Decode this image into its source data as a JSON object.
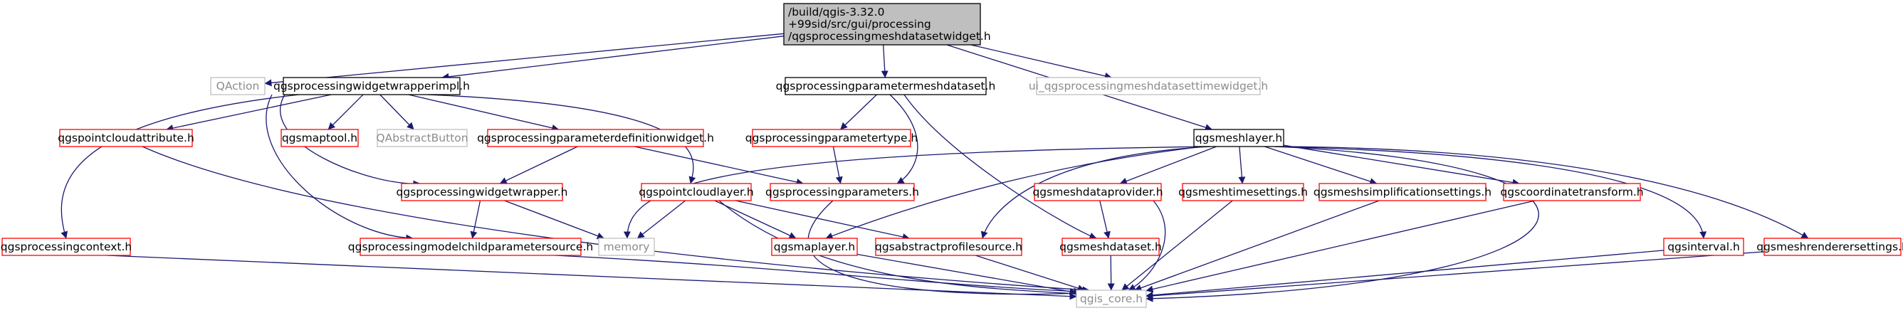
{
  "diagram": {
    "type": "include-dependency-graph",
    "colors": {
      "edge": "#191970",
      "root_fill": "#bfbfbf",
      "border_normal": "#000000",
      "border_red": "#ff0000",
      "border_external": "#bfbfbf"
    },
    "nodes": [
      {
        "id": "root",
        "lines": [
          "/build/qgis-3.32.0",
          "+99sid/src/gui/processing",
          "/qgsprocessingmeshdatasetwidget.h"
        ],
        "style": "root"
      },
      {
        "id": "qaction",
        "lines": [
          "QAction"
        ],
        "style": "external"
      },
      {
        "id": "wrapperimpl",
        "lines": [
          "qgsprocessingwidgetwrapperimpl.h"
        ],
        "style": "normal"
      },
      {
        "id": "parammeshdataset",
        "lines": [
          "qgsprocessingparametermeshdataset.h"
        ],
        "style": "normal"
      },
      {
        "id": "ui_timewidget",
        "lines": [
          "ui_qgsprocessingmeshdatasettimewidget.h"
        ],
        "style": "external"
      },
      {
        "id": "pointcloudattr",
        "lines": [
          "qgspointcloudattribute.h"
        ],
        "style": "red"
      },
      {
        "id": "maptool",
        "lines": [
          "qgsmaptool.h"
        ],
        "style": "red"
      },
      {
        "id": "qabstractbutton",
        "lines": [
          "QAbstractButton"
        ],
        "style": "external"
      },
      {
        "id": "paramdefwidget",
        "lines": [
          "qgsprocessingparameterdefinitionwidget.h"
        ],
        "style": "red"
      },
      {
        "id": "paramtype",
        "lines": [
          "qgsprocessingparametertype.h"
        ],
        "style": "red"
      },
      {
        "id": "meshlayer",
        "lines": [
          "qgsmeshlayer.h"
        ],
        "style": "normal"
      },
      {
        "id": "widgetwrapper",
        "lines": [
          "qgsprocessingwidgetwrapper.h"
        ],
        "style": "red"
      },
      {
        "id": "pointcloudlayer",
        "lines": [
          "qgspointcloudlayer.h"
        ],
        "style": "red"
      },
      {
        "id": "parameters",
        "lines": [
          "qgsprocessingparameters.h"
        ],
        "style": "red"
      },
      {
        "id": "meshdataprovider",
        "lines": [
          "qgsmeshdataprovider.h"
        ],
        "style": "red"
      },
      {
        "id": "meshtimesettings",
        "lines": [
          "qgsmeshtimesettings.h"
        ],
        "style": "red"
      },
      {
        "id": "meshsimplif",
        "lines": [
          "qgsmeshsimplificationsettings.h"
        ],
        "style": "red"
      },
      {
        "id": "coordtransform",
        "lines": [
          "qgscoordinatetransform.h"
        ],
        "style": "red"
      },
      {
        "id": "context",
        "lines": [
          "qgsprocessingcontext.h"
        ],
        "style": "red"
      },
      {
        "id": "modelchild",
        "lines": [
          "qgsprocessingmodelchildparametersource.h"
        ],
        "style": "red"
      },
      {
        "id": "memory",
        "lines": [
          "memory"
        ],
        "style": "external"
      },
      {
        "id": "maplayer",
        "lines": [
          "qgsmaplayer.h"
        ],
        "style": "red"
      },
      {
        "id": "abstractprofile",
        "lines": [
          "qgsabstractprofilesource.h"
        ],
        "style": "red"
      },
      {
        "id": "meshdataset",
        "lines": [
          "qgsmeshdataset.h"
        ],
        "style": "red"
      },
      {
        "id": "interval",
        "lines": [
          "qgsinterval.h"
        ],
        "style": "red"
      },
      {
        "id": "rendersettings",
        "lines": [
          "qgsmeshrenderersettings.h"
        ],
        "style": "red"
      },
      {
        "id": "core",
        "lines": [
          "qgis_core.h"
        ],
        "style": "external"
      }
    ],
    "edges": [
      [
        "root",
        "qaction"
      ],
      [
        "root",
        "wrapperimpl"
      ],
      [
        "root",
        "parammeshdataset"
      ],
      [
        "root",
        "ui_timewidget"
      ],
      [
        "root",
        "meshlayer"
      ],
      [
        "wrapperimpl",
        "context"
      ],
      [
        "wrapperimpl",
        "pointcloudattr"
      ],
      [
        "wrapperimpl",
        "modelchild"
      ],
      [
        "wrapperimpl",
        "widgetwrapper"
      ],
      [
        "wrapperimpl",
        "maptool"
      ],
      [
        "wrapperimpl",
        "qabstractbutton"
      ],
      [
        "wrapperimpl",
        "paramdefwidget"
      ],
      [
        "wrapperimpl",
        "pointcloudlayer"
      ],
      [
        "parammeshdataset",
        "paramtype"
      ],
      [
        "parammeshdataset",
        "parameters"
      ],
      [
        "parammeshdataset",
        "meshdataset"
      ],
      [
        "paramtype",
        "parameters"
      ],
      [
        "paramdefwidget",
        "widgetwrapper"
      ],
      [
        "paramdefwidget",
        "parameters"
      ],
      [
        "widgetwrapper",
        "modelchild"
      ],
      [
        "widgetwrapper",
        "memory"
      ],
      [
        "pointcloudattr",
        "core"
      ],
      [
        "pointcloudlayer",
        "memory"
      ],
      [
        "pointcloudlayer",
        "maplayer"
      ],
      [
        "pointcloudlayer",
        "abstractprofile"
      ],
      [
        "pointcloudlayer",
        "core"
      ],
      [
        "meshlayer",
        "memory"
      ],
      [
        "meshlayer",
        "maplayer"
      ],
      [
        "meshlayer",
        "abstractprofile"
      ],
      [
        "meshlayer",
        "meshdataprovider"
      ],
      [
        "meshlayer",
        "meshtimesettings"
      ],
      [
        "meshlayer",
        "meshsimplif"
      ],
      [
        "meshlayer",
        "coordtransform"
      ],
      [
        "meshlayer",
        "interval"
      ],
      [
        "meshlayer",
        "rendersettings"
      ],
      [
        "meshlayer",
        "core"
      ],
      [
        "meshdataprovider",
        "meshdataset"
      ],
      [
        "meshdataprovider",
        "core"
      ],
      [
        "meshtimesettings",
        "core"
      ],
      [
        "meshsimplif",
        "core"
      ],
      [
        "coordtransform",
        "core"
      ],
      [
        "parameters",
        "core"
      ],
      [
        "context",
        "core"
      ],
      [
        "modelchild",
        "core"
      ],
      [
        "maplayer",
        "core"
      ],
      [
        "abstractprofile",
        "core"
      ],
      [
        "meshdataset",
        "core"
      ],
      [
        "interval",
        "core"
      ],
      [
        "rendersettings",
        "core"
      ]
    ]
  }
}
